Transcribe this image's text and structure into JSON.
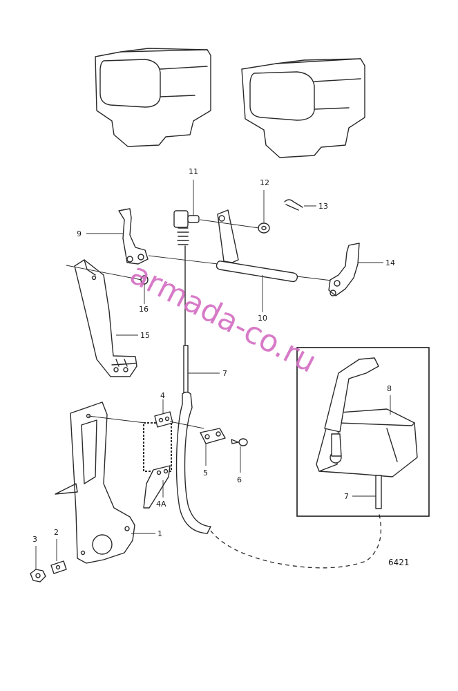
{
  "callouts": {
    "c1": "1",
    "c2": "2",
    "c3": "3",
    "c4": "4",
    "c4a": "4A",
    "c5": "5",
    "c6": "6",
    "c7": "7",
    "c7b": "7",
    "c8": "8",
    "c9": "9",
    "c10": "10",
    "c11": "11",
    "c12": "12",
    "c13": "13",
    "c14": "14",
    "c15": "15",
    "c16": "16"
  },
  "drawing_number": "6421",
  "watermark": "armada-co.ru",
  "colors": {
    "line": "#2a2a2a",
    "watermark": "#d36cc2",
    "background": "#ffffff"
  }
}
